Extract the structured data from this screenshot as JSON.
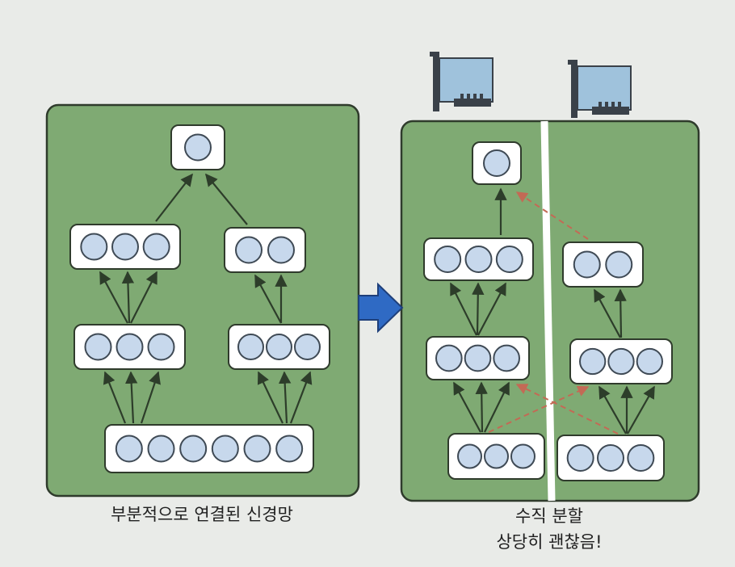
{
  "colors": {
    "panel": "#7faa73",
    "panel_border": "#2f3b2c",
    "node_fill": "#c7d8ec",
    "node_stroke": "#3f4a55",
    "arrow": "#2d3d2a",
    "cross_arrow": "#c36a55",
    "divider": "#ffffff",
    "big_arrow": "#2f6ac4",
    "gpu_body": "#9fc2dc",
    "gpu_bracket": "#3a4149"
  },
  "icons": [
    "gpu-card-icon",
    "right-arrow-icon"
  ],
  "left_network": {
    "caption": "부분적으로 연결된 신경망",
    "layers": [
      {
        "name": "output",
        "neurons": 1
      },
      {
        "name": "hidden2-left",
        "neurons": 3
      },
      {
        "name": "hidden2-right",
        "neurons": 2
      },
      {
        "name": "hidden1-left",
        "neurons": 3
      },
      {
        "name": "hidden1-right",
        "neurons": 3
      },
      {
        "name": "input",
        "neurons": 6
      }
    ]
  },
  "right_network": {
    "caption_line1": "수직 분할",
    "caption_line2": "상당히 괜찮음!",
    "devices": 2,
    "layers": [
      {
        "name": "output",
        "neurons": 1
      },
      {
        "name": "hidden2-left",
        "neurons": 3
      },
      {
        "name": "hidden2-right",
        "neurons": 2
      },
      {
        "name": "hidden1-left",
        "neurons": 3
      },
      {
        "name": "hidden1-right",
        "neurons": 3
      },
      {
        "name": "input-left",
        "neurons": 3
      },
      {
        "name": "input-right",
        "neurons": 3
      }
    ]
  }
}
